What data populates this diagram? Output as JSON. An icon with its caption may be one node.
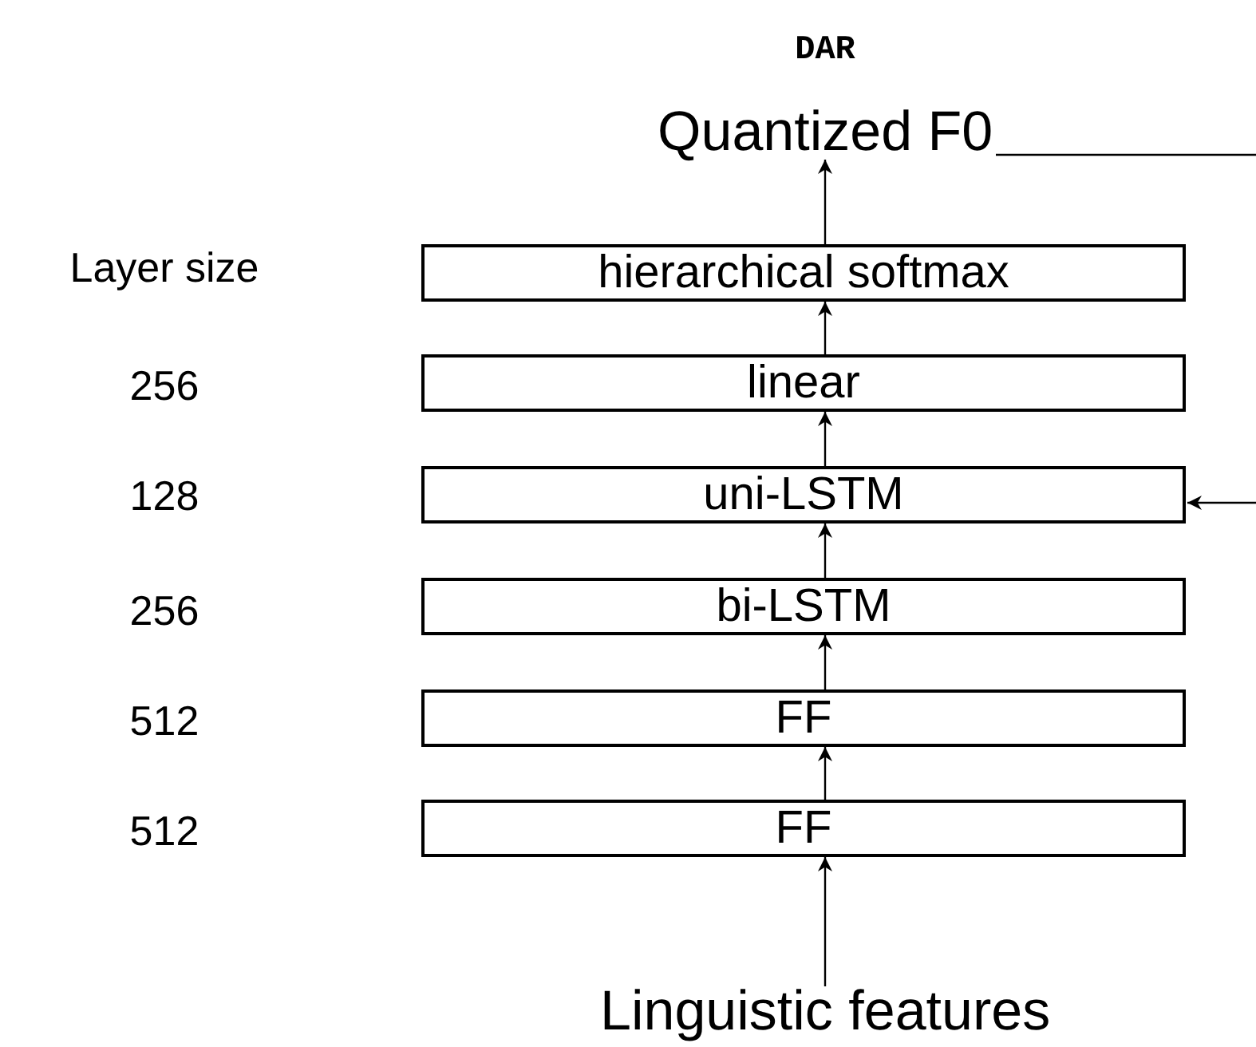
{
  "diagram": {
    "title": "DAR",
    "nodes": [
      {
        "text": [
          "Quantized F0"
        ]
      },
      {
        "text": [
          "hierarchical softmax"
        ]
      },
      {
        "text": [
          "linear"
        ]
      },
      {
        "text": [
          "uni-LSTM"
        ]
      },
      {
        "text": [
          "bi-LSTM"
        ]
      },
      {
        "text": [
          "FF"
        ]
      },
      {
        "text": [
          "FF"
        ]
      },
      {
        "text": [
          "Linguistic features"
        ]
      }
    ],
    "edges": [
      {
        "from": 7,
        "to": 6,
        "arrow": "to"
      },
      {
        "from": 6,
        "to": 5,
        "arrow": "to"
      },
      {
        "from": 5,
        "to": 4,
        "arrow": "to"
      },
      {
        "from": 4,
        "to": 3,
        "arrow": "to"
      },
      {
        "from": 3,
        "to": 2,
        "arrow": "to"
      },
      {
        "from": 2,
        "to": 1,
        "arrow": "to"
      },
      {
        "from": 1,
        "to": 0,
        "arrow": "to"
      },
      {
        "from": 0,
        "to": null,
        "arrow": "none"
      },
      {
        "from": null,
        "to": 3,
        "arrow": "to"
      }
    ],
    "labels": [
      "Layer size",
      "256",
      "128",
      "256",
      "512",
      "512"
    ]
  }
}
